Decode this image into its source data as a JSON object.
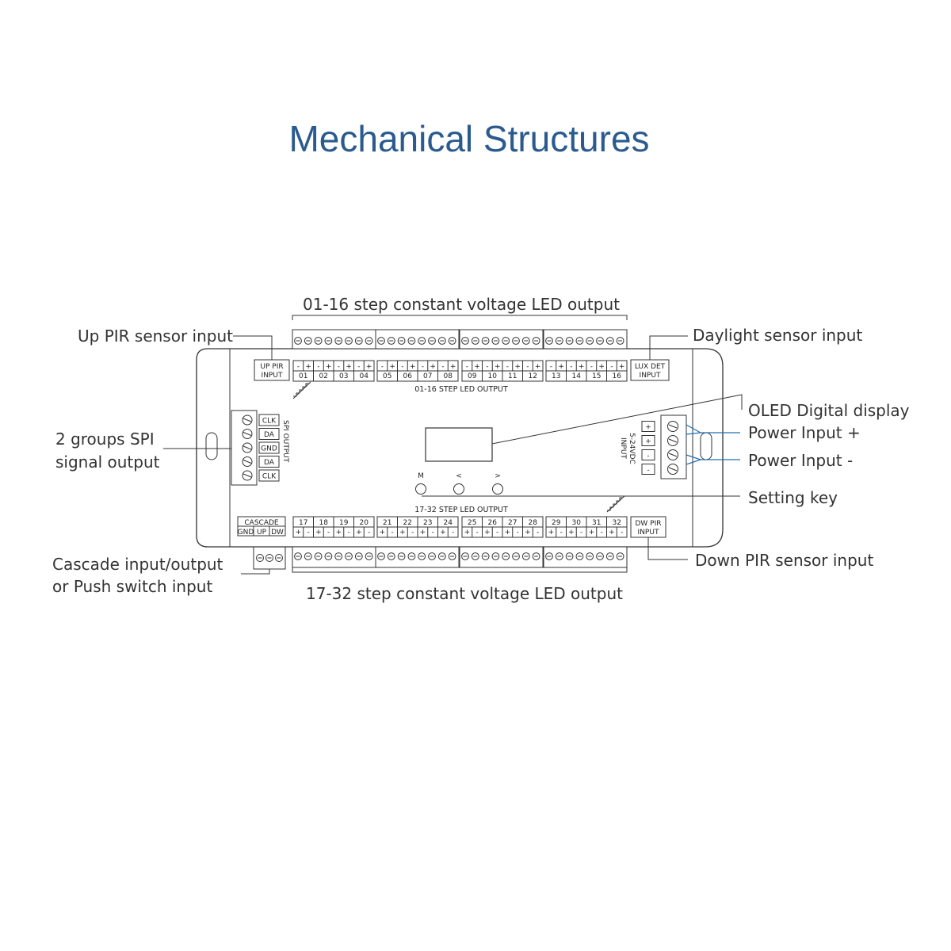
{
  "title": "Mechanical Structures",
  "callouts": {
    "top_output": "01-16 step constant voltage LED output",
    "bottom_output": "17-32 step constant voltage LED output",
    "up_pir": "Up PIR sensor input",
    "daylight": "Daylight sensor input",
    "spi_1": "2 groups SPI",
    "spi_2": "signal output",
    "oled": "OLED Digital display",
    "power_plus": "Power Input +",
    "power_minus": "Power Input -",
    "setting_key": "Setting key",
    "cascade_1": "Cascade input/output",
    "cascade_2": "or Push switch input",
    "down_pir": "Down PIR sensor input"
  },
  "device": {
    "up_pir_line1": "UP PIR",
    "up_pir_line2": "INPUT",
    "lux_line1": "LUX DET",
    "lux_line2": "INPUT",
    "dw_pir_line1": "DW PIR",
    "dw_pir_line2": "INPUT",
    "top_output_label": "01-16 STEP LED OUTPUT",
    "bottom_output_label": "17-32 STEP LED OUTPUT",
    "cascade_label": "CASCADE",
    "cascade_pins": [
      "GND",
      "UP",
      "DW"
    ],
    "spi_output_label": "SPI OUTPUT",
    "spi_pins": [
      "CLK",
      "DA",
      "GND",
      "DA",
      "CLK"
    ],
    "power_label_1": "INPUT",
    "power_label_2": "5-24VDC",
    "power_pins": [
      "+",
      "+",
      "-",
      "-"
    ],
    "keys": [
      "M",
      "<",
      ">"
    ],
    "top_channels": [
      "01",
      "02",
      "03",
      "04",
      "05",
      "06",
      "07",
      "08",
      "09",
      "10",
      "11",
      "12",
      "13",
      "14",
      "15",
      "16"
    ],
    "bottom_channels": [
      "17",
      "18",
      "19",
      "20",
      "21",
      "22",
      "23",
      "24",
      "25",
      "26",
      "27",
      "28",
      "29",
      "30",
      "31",
      "32"
    ],
    "polarity_top": [
      "-",
      "+"
    ],
    "polarity_bottom": [
      "+",
      "-"
    ]
  }
}
